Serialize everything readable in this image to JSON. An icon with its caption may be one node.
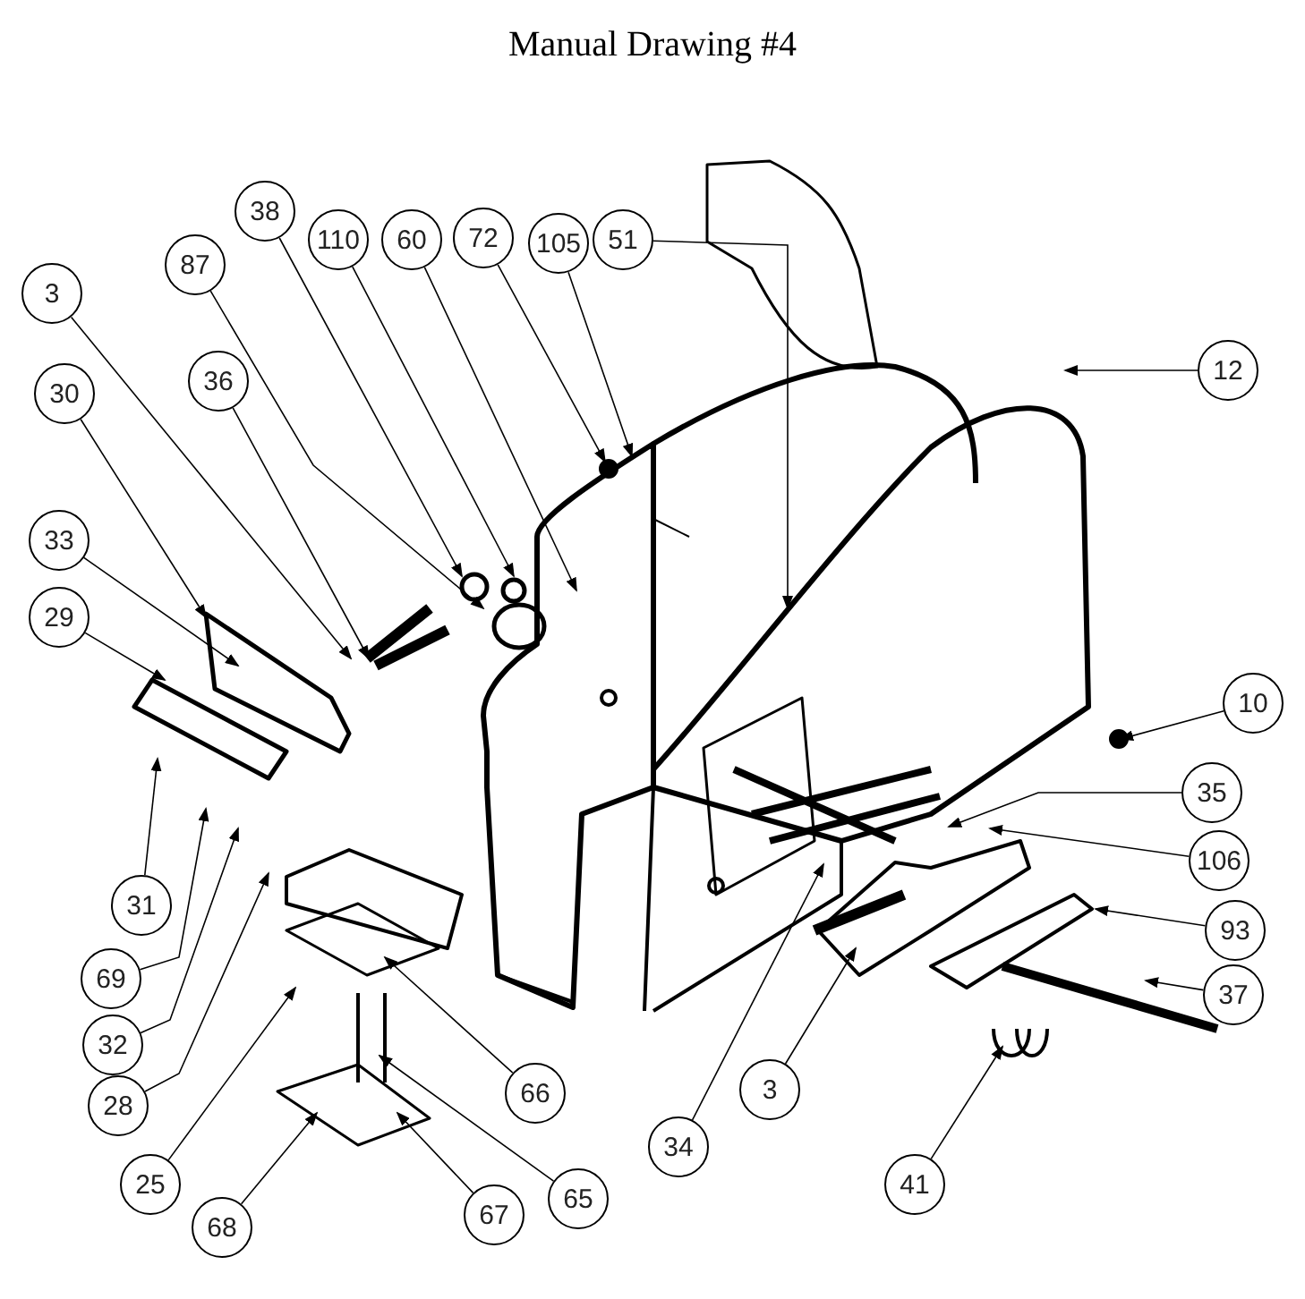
{
  "diagram": {
    "title": "Manual Drawing #4",
    "nodes": [
      {
        "text": [
          "3"
        ]
      },
      {
        "text": [
          "87"
        ]
      },
      {
        "text": [
          "38"
        ]
      },
      {
        "text": [
          "110"
        ]
      },
      {
        "text": [
          "60"
        ]
      },
      {
        "text": [
          "72"
        ]
      },
      {
        "text": [
          "105"
        ]
      },
      {
        "text": [
          "51"
        ]
      },
      {
        "text": [
          "30"
        ]
      },
      {
        "text": [
          "36"
        ]
      },
      {
        "text": [
          "12"
        ]
      },
      {
        "text": [
          "33"
        ]
      },
      {
        "text": [
          "29"
        ]
      },
      {
        "text": [
          "10"
        ]
      },
      {
        "text": [
          "35"
        ]
      },
      {
        "text": [
          "106"
        ]
      },
      {
        "text": [
          "31"
        ]
      },
      {
        "text": [
          "93"
        ]
      },
      {
        "text": [
          "69"
        ]
      },
      {
        "text": [
          "37"
        ]
      },
      {
        "text": [
          "32"
        ]
      },
      {
        "text": [
          "28"
        ]
      },
      {
        "text": [
          "66"
        ]
      },
      {
        "text": [
          "3"
        ]
      },
      {
        "text": [
          "34"
        ]
      },
      {
        "text": [
          "65"
        ]
      },
      {
        "text": [
          "25"
        ]
      },
      {
        "text": [
          "41"
        ]
      },
      {
        "text": [
          "67"
        ]
      },
      {
        "text": [
          "68"
        ]
      }
    ],
    "edges": [
      {
        "from": 0,
        "to": null,
        "arrow": "to"
      },
      {
        "from": 1,
        "to": null,
        "arrow": "to"
      },
      {
        "from": 2,
        "to": null,
        "arrow": "to"
      },
      {
        "from": 3,
        "to": null,
        "arrow": "to"
      },
      {
        "from": 4,
        "to": null,
        "arrow": "to"
      },
      {
        "from": 5,
        "to": null,
        "arrow": "to"
      },
      {
        "from": 6,
        "to": null,
        "arrow": "to"
      },
      {
        "from": 7,
        "to": null,
        "arrow": "to"
      },
      {
        "from": 8,
        "to": null,
        "arrow": "to"
      },
      {
        "from": 9,
        "to": null,
        "arrow": "to"
      },
      {
        "from": 10,
        "to": null,
        "arrow": "to"
      },
      {
        "from": 11,
        "to": null,
        "arrow": "to"
      },
      {
        "from": 12,
        "to": null,
        "arrow": "to"
      },
      {
        "from": 13,
        "to": null,
        "arrow": "to"
      },
      {
        "from": 14,
        "to": null,
        "arrow": "to"
      },
      {
        "from": 15,
        "to": null,
        "arrow": "to"
      },
      {
        "from": 16,
        "to": null,
        "arrow": "to"
      },
      {
        "from": 17,
        "to": null,
        "arrow": "to"
      },
      {
        "from": 18,
        "to": null,
        "arrow": "to"
      },
      {
        "from": 19,
        "to": null,
        "arrow": "to"
      },
      {
        "from": 20,
        "to": null,
        "arrow": "to"
      },
      {
        "from": 21,
        "to": null,
        "arrow": "to"
      },
      {
        "from": 22,
        "to": null,
        "arrow": "to"
      },
      {
        "from": 23,
        "to": null,
        "arrow": "to"
      },
      {
        "from": 24,
        "to": null,
        "arrow": "to"
      },
      {
        "from": 25,
        "to": null,
        "arrow": "to"
      },
      {
        "from": 26,
        "to": null,
        "arrow": "to"
      },
      {
        "from": 27,
        "to": null,
        "arrow": "to"
      },
      {
        "from": 28,
        "to": null,
        "arrow": "to"
      },
      {
        "from": 29,
        "to": null,
        "arrow": "to"
      }
    ]
  }
}
